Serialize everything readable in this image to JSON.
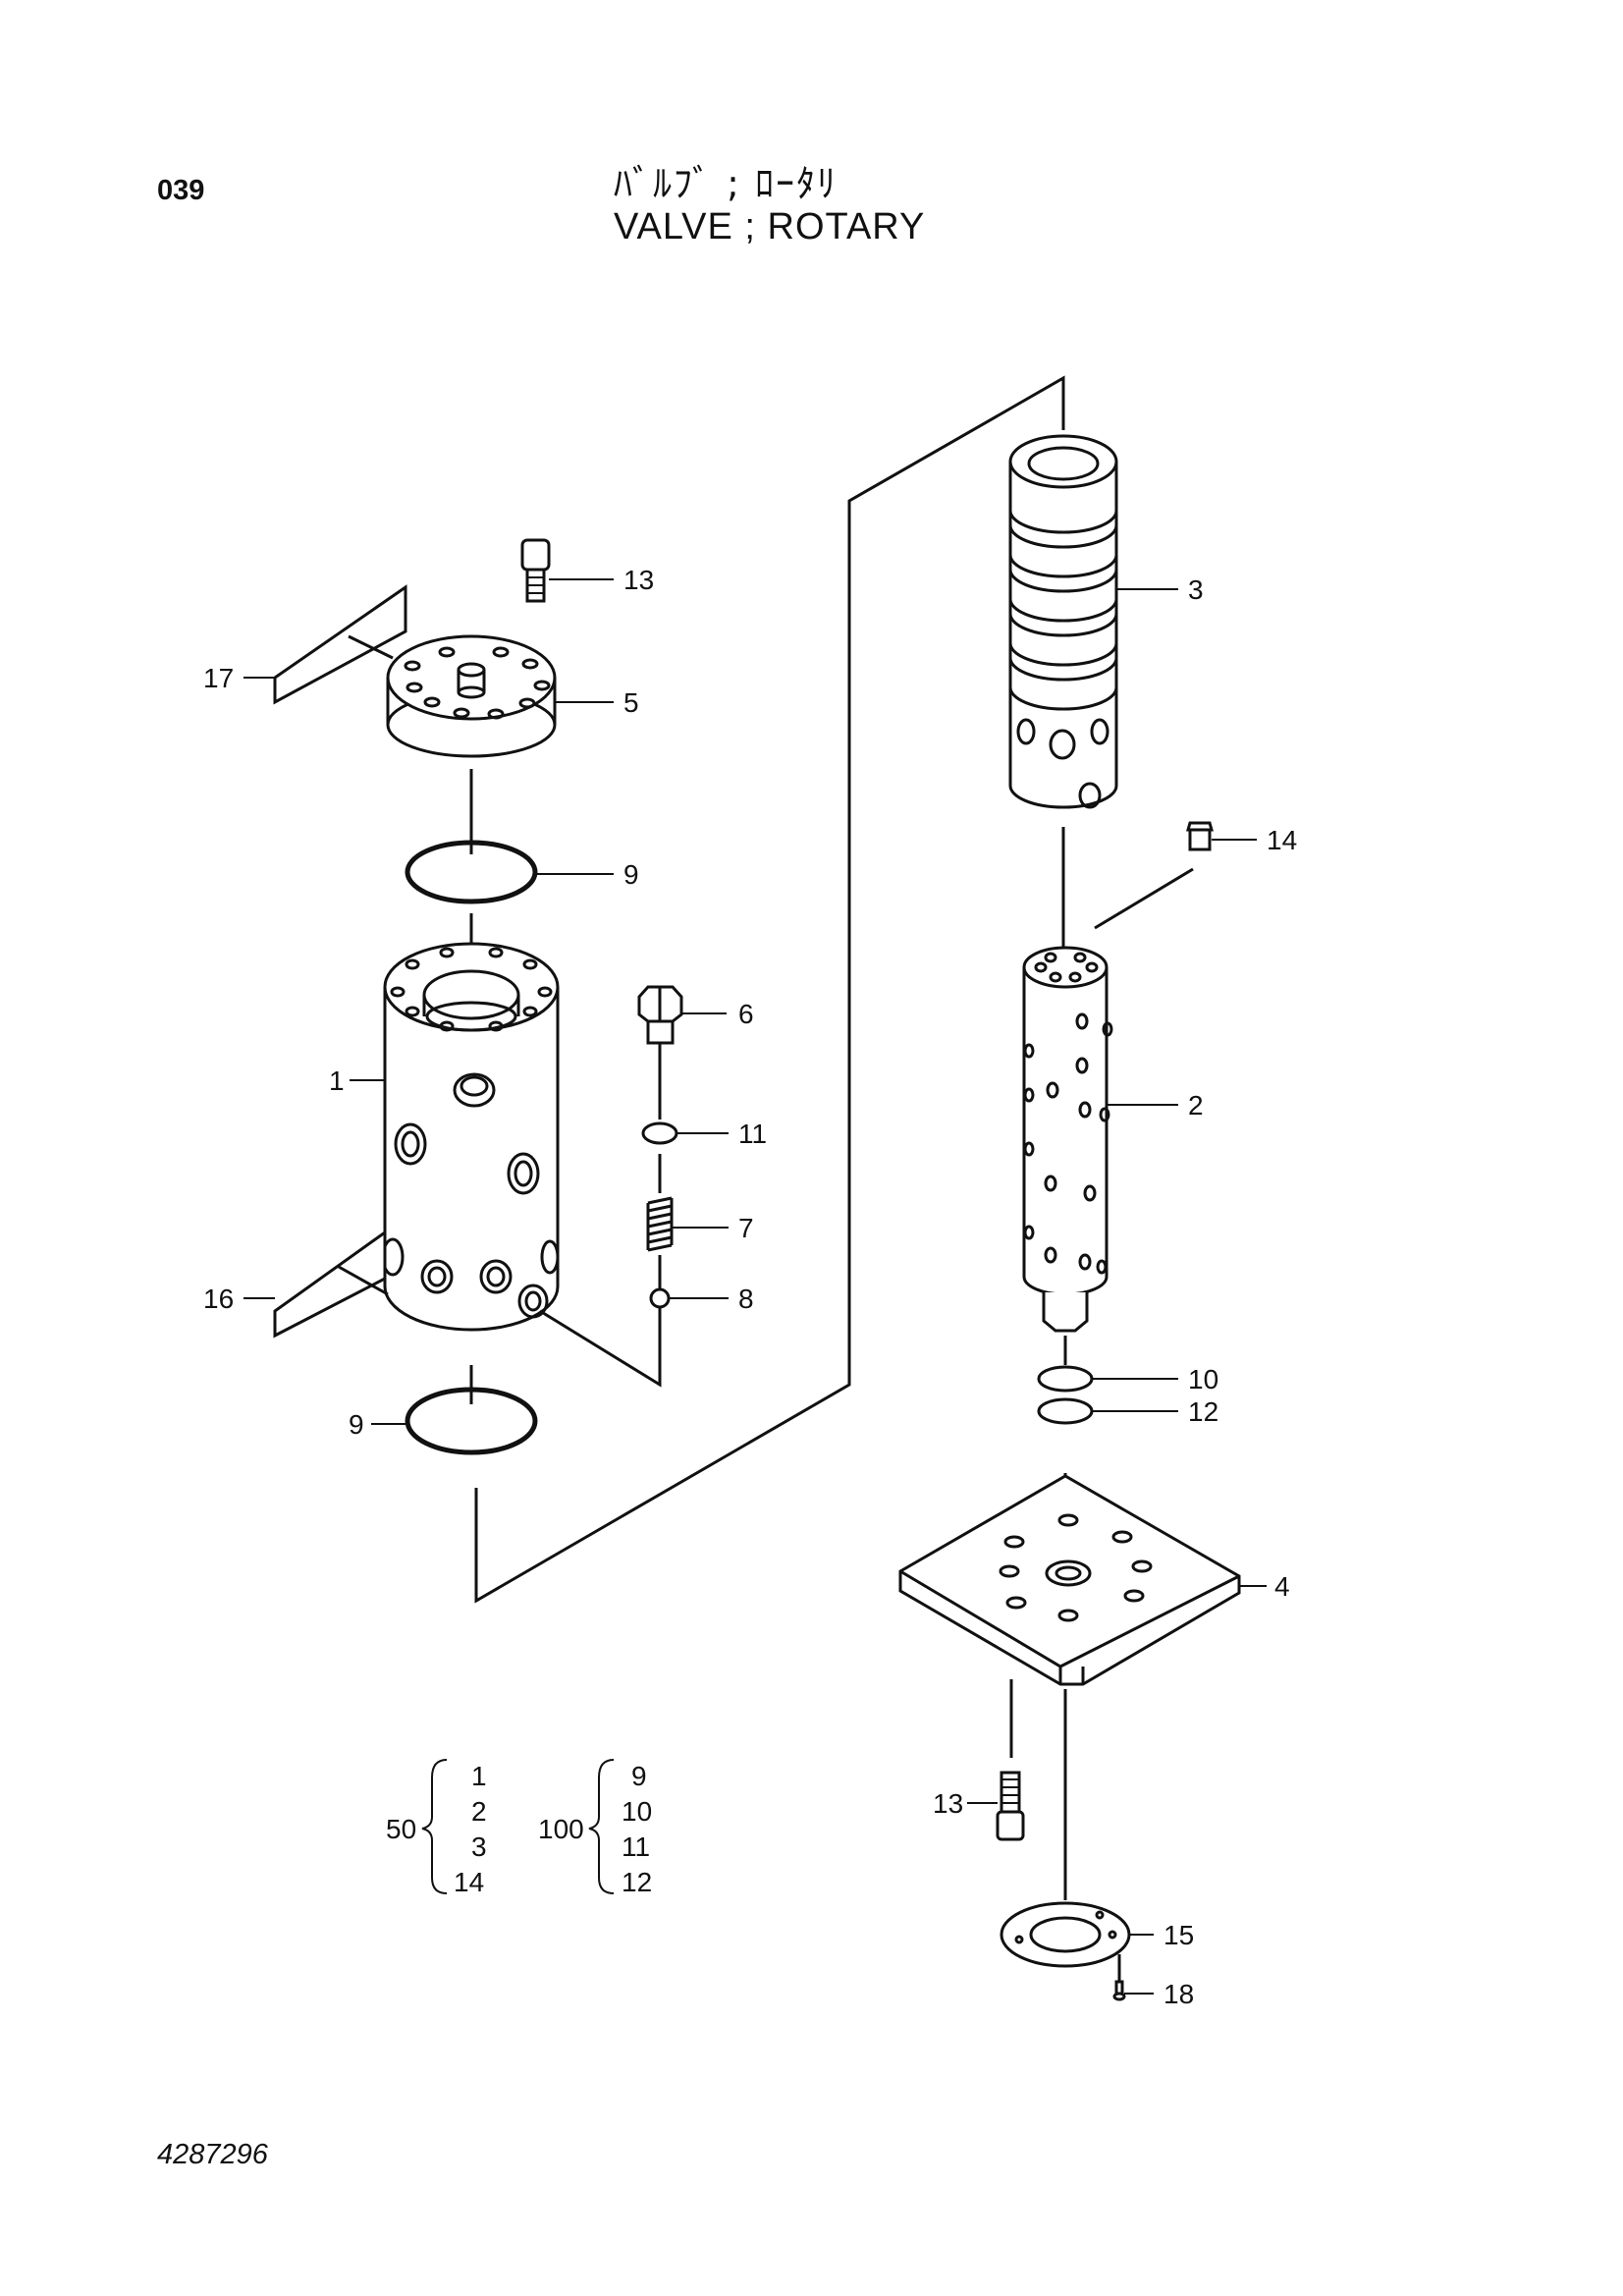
{
  "header": {
    "page_number": "039",
    "title_jp": "ﾊﾞﾙﾌﾞ ; ﾛｰﾀﾘ",
    "title_en": "VALVE ; ROTARY"
  },
  "callouts": [
    "1",
    "2",
    "3",
    "4",
    "5",
    "6",
    "7",
    "8",
    "9",
    "9",
    "10",
    "11",
    "12",
    "13",
    "13",
    "14",
    "15",
    "16",
    "17",
    "18"
  ],
  "kits": [
    {
      "kit": "50",
      "items": [
        "1",
        "2",
        "3",
        "14"
      ]
    },
    {
      "kit": "100",
      "items": [
        "9",
        "10",
        "11",
        "12"
      ]
    }
  ],
  "footer": {
    "drawing_number": "4287296"
  }
}
